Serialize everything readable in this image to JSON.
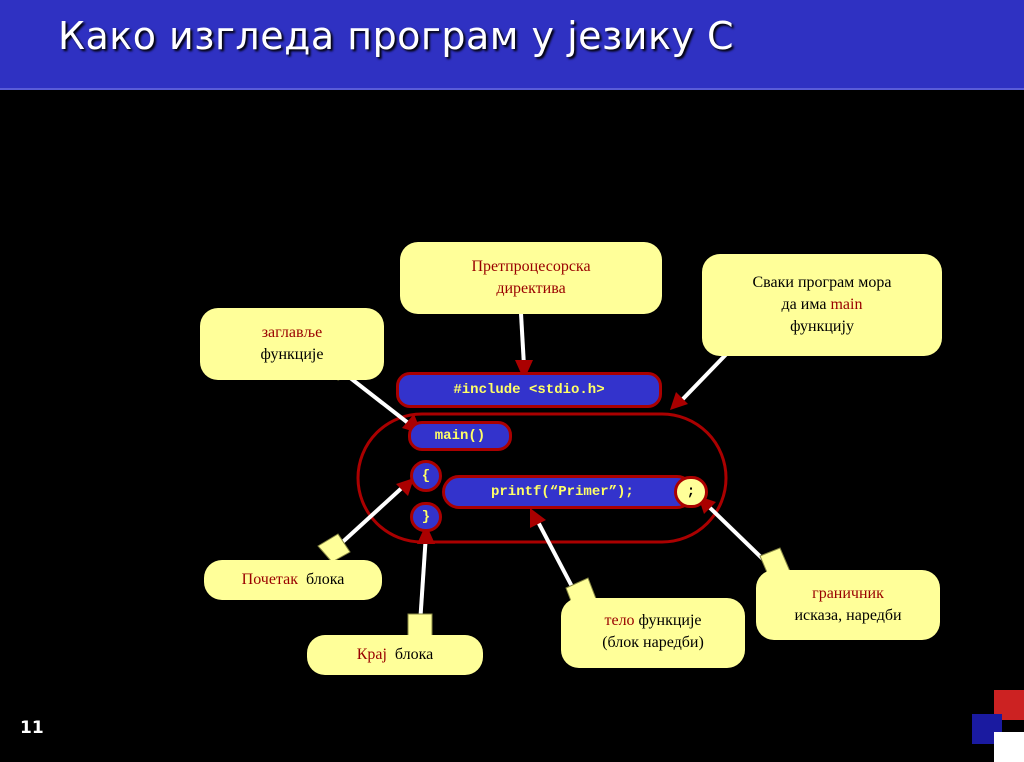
{
  "title": "Како изгледа програм у језику С",
  "callouts": {
    "preprocessor": {
      "line1": "Претпроцесорска",
      "line2": "директива"
    },
    "header": {
      "line1": "заглавље",
      "line2": "функције"
    },
    "main_required": {
      "line1": "Сваки програм мора",
      "line2_a": "да има ",
      "line2_b": "main",
      "line3": "функцију"
    },
    "block_start": {
      "word_a": "Почетак",
      "word_b": "блока"
    },
    "block_end": {
      "word_a": "Крај",
      "word_b": "блока"
    },
    "body": {
      "word_a": "тело",
      "word_b": " функције",
      "line2": "(блок наредби)"
    },
    "terminator": {
      "line1": "граничник",
      "line2": "исказа, наредби"
    }
  },
  "code": {
    "include": "#include <stdio.h>",
    "main": "main()",
    "open_brace": "{",
    "printf": "printf(“Primer”);",
    "semicolon": ";",
    "close_brace": "}"
  },
  "slide_number": "11",
  "colors": {
    "title_bar": "#2f31c2",
    "callout_fill": "#ffff99",
    "code_fill": "#3333cc",
    "code_text": "#ffff66",
    "outline_red": "#aa0000",
    "emphasis_red": "#990000"
  }
}
